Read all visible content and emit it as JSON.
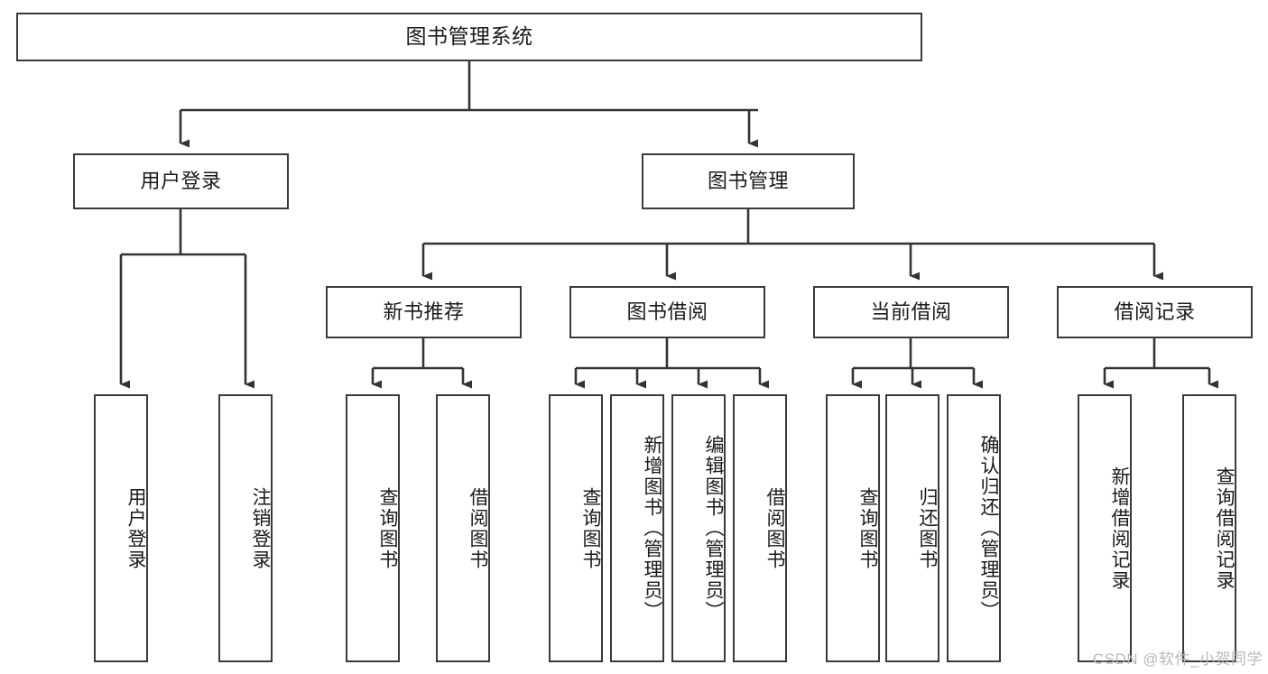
{
  "diagram": {
    "title": "图书管理系统",
    "type": "hierarchy-tree",
    "watermark": "CSDN @软件_小贺同学",
    "colors": {
      "box_border": "#3a3a3a",
      "box_fill": "#ffffff",
      "connector": "#333333",
      "text": "#1a1a1a",
      "watermark": "#b9b9b9"
    },
    "nodes": {
      "root": {
        "label": "图书管理系统"
      },
      "level2": [
        {
          "label": "用户登录"
        },
        {
          "label": "图书管理"
        }
      ],
      "level3": [
        {
          "label": "新书推荐"
        },
        {
          "label": "图书借阅"
        },
        {
          "label": "当前借阅"
        },
        {
          "label": "借阅记录"
        }
      ],
      "leaves_user_login": [
        {
          "label": "用户登录"
        },
        {
          "label": "注销登录"
        }
      ],
      "leaves_new_book": [
        {
          "label": "查询图书"
        },
        {
          "label": "借阅图书"
        }
      ],
      "leaves_borrow": [
        {
          "label": "查询图书"
        },
        {
          "label": "新增图书（管理员）"
        },
        {
          "label": "编辑图书（管理员）"
        },
        {
          "label": "借阅图书"
        }
      ],
      "leaves_current": [
        {
          "label": "查询图书"
        },
        {
          "label": "归还图书"
        },
        {
          "label": "确认归还（管理员）"
        }
      ],
      "leaves_records": [
        {
          "label": "新增借阅记录"
        },
        {
          "label": "查询借阅记录"
        }
      ]
    }
  }
}
